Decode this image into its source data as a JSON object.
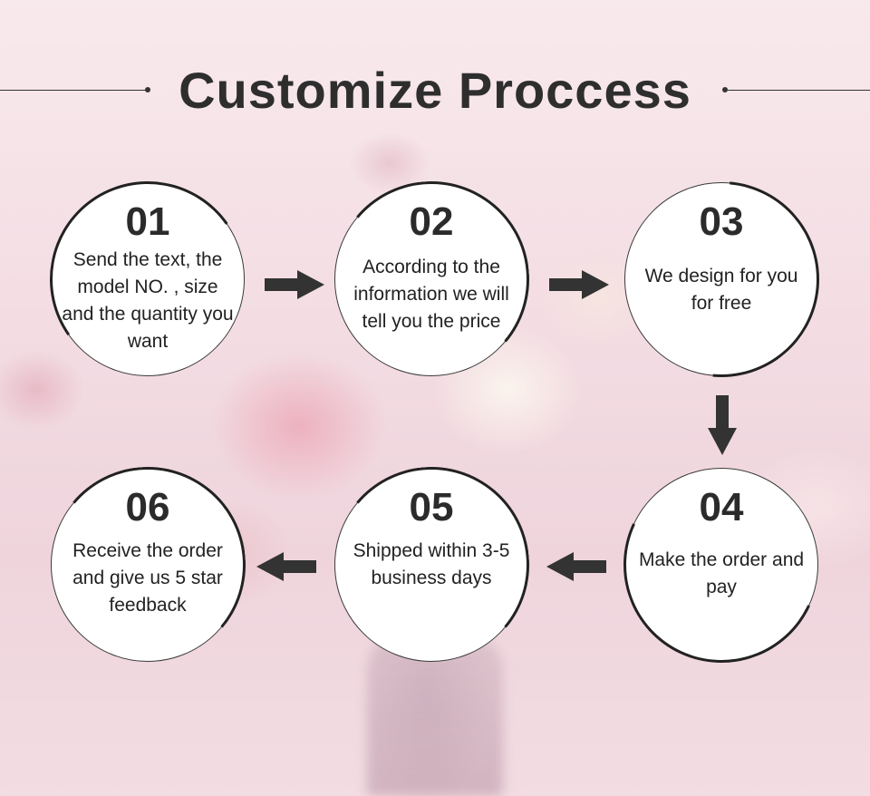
{
  "title": "Customize Proccess",
  "steps": [
    {
      "num": "01",
      "text": "Send the text, the model NO. , size and the quantity you want"
    },
    {
      "num": "02",
      "text": "According to the information we will tell you the price"
    },
    {
      "num": "03",
      "text": "We design for you for free"
    },
    {
      "num": "04",
      "text": "Make the order and pay"
    },
    {
      "num": "05",
      "text": "Shipped within 3-5 business days"
    },
    {
      "num": "06",
      "text": "Receive the order and give us 5 star feedback"
    }
  ],
  "icons": {
    "arrow_right": "arrow-right-icon",
    "arrow_down": "arrow-down-icon",
    "arrow_left": "arrow-left-icon"
  },
  "colors": {
    "text": "#2e2e2e",
    "circle_fill": "#ffffff",
    "arrow": "#333333"
  }
}
